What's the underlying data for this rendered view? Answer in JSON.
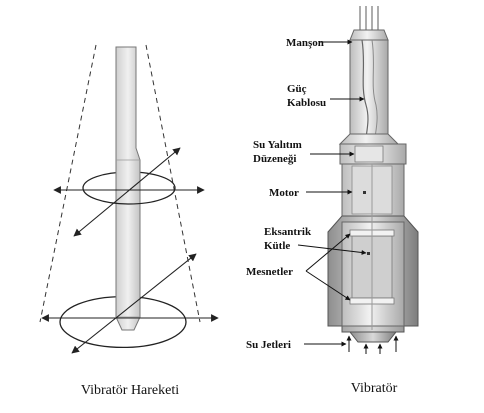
{
  "left_panel": {
    "caption": "Vibratör Hareketi"
  },
  "right_panel": {
    "caption": "Vibratör",
    "labels": {
      "manson": "Manşon",
      "guc_line1": "Güç",
      "guc_line2": "Kablosu",
      "su_yalitim_line1": "Su Yalıtım",
      "su_yalitim_line2": "Düzeneği",
      "motor": "Motor",
      "eksantrik_line1": "Eksantrik",
      "eksantrik_line2": "Kütle",
      "mesnetler": "Mesnetler",
      "su_jetleri": "Su Jetleri"
    }
  }
}
